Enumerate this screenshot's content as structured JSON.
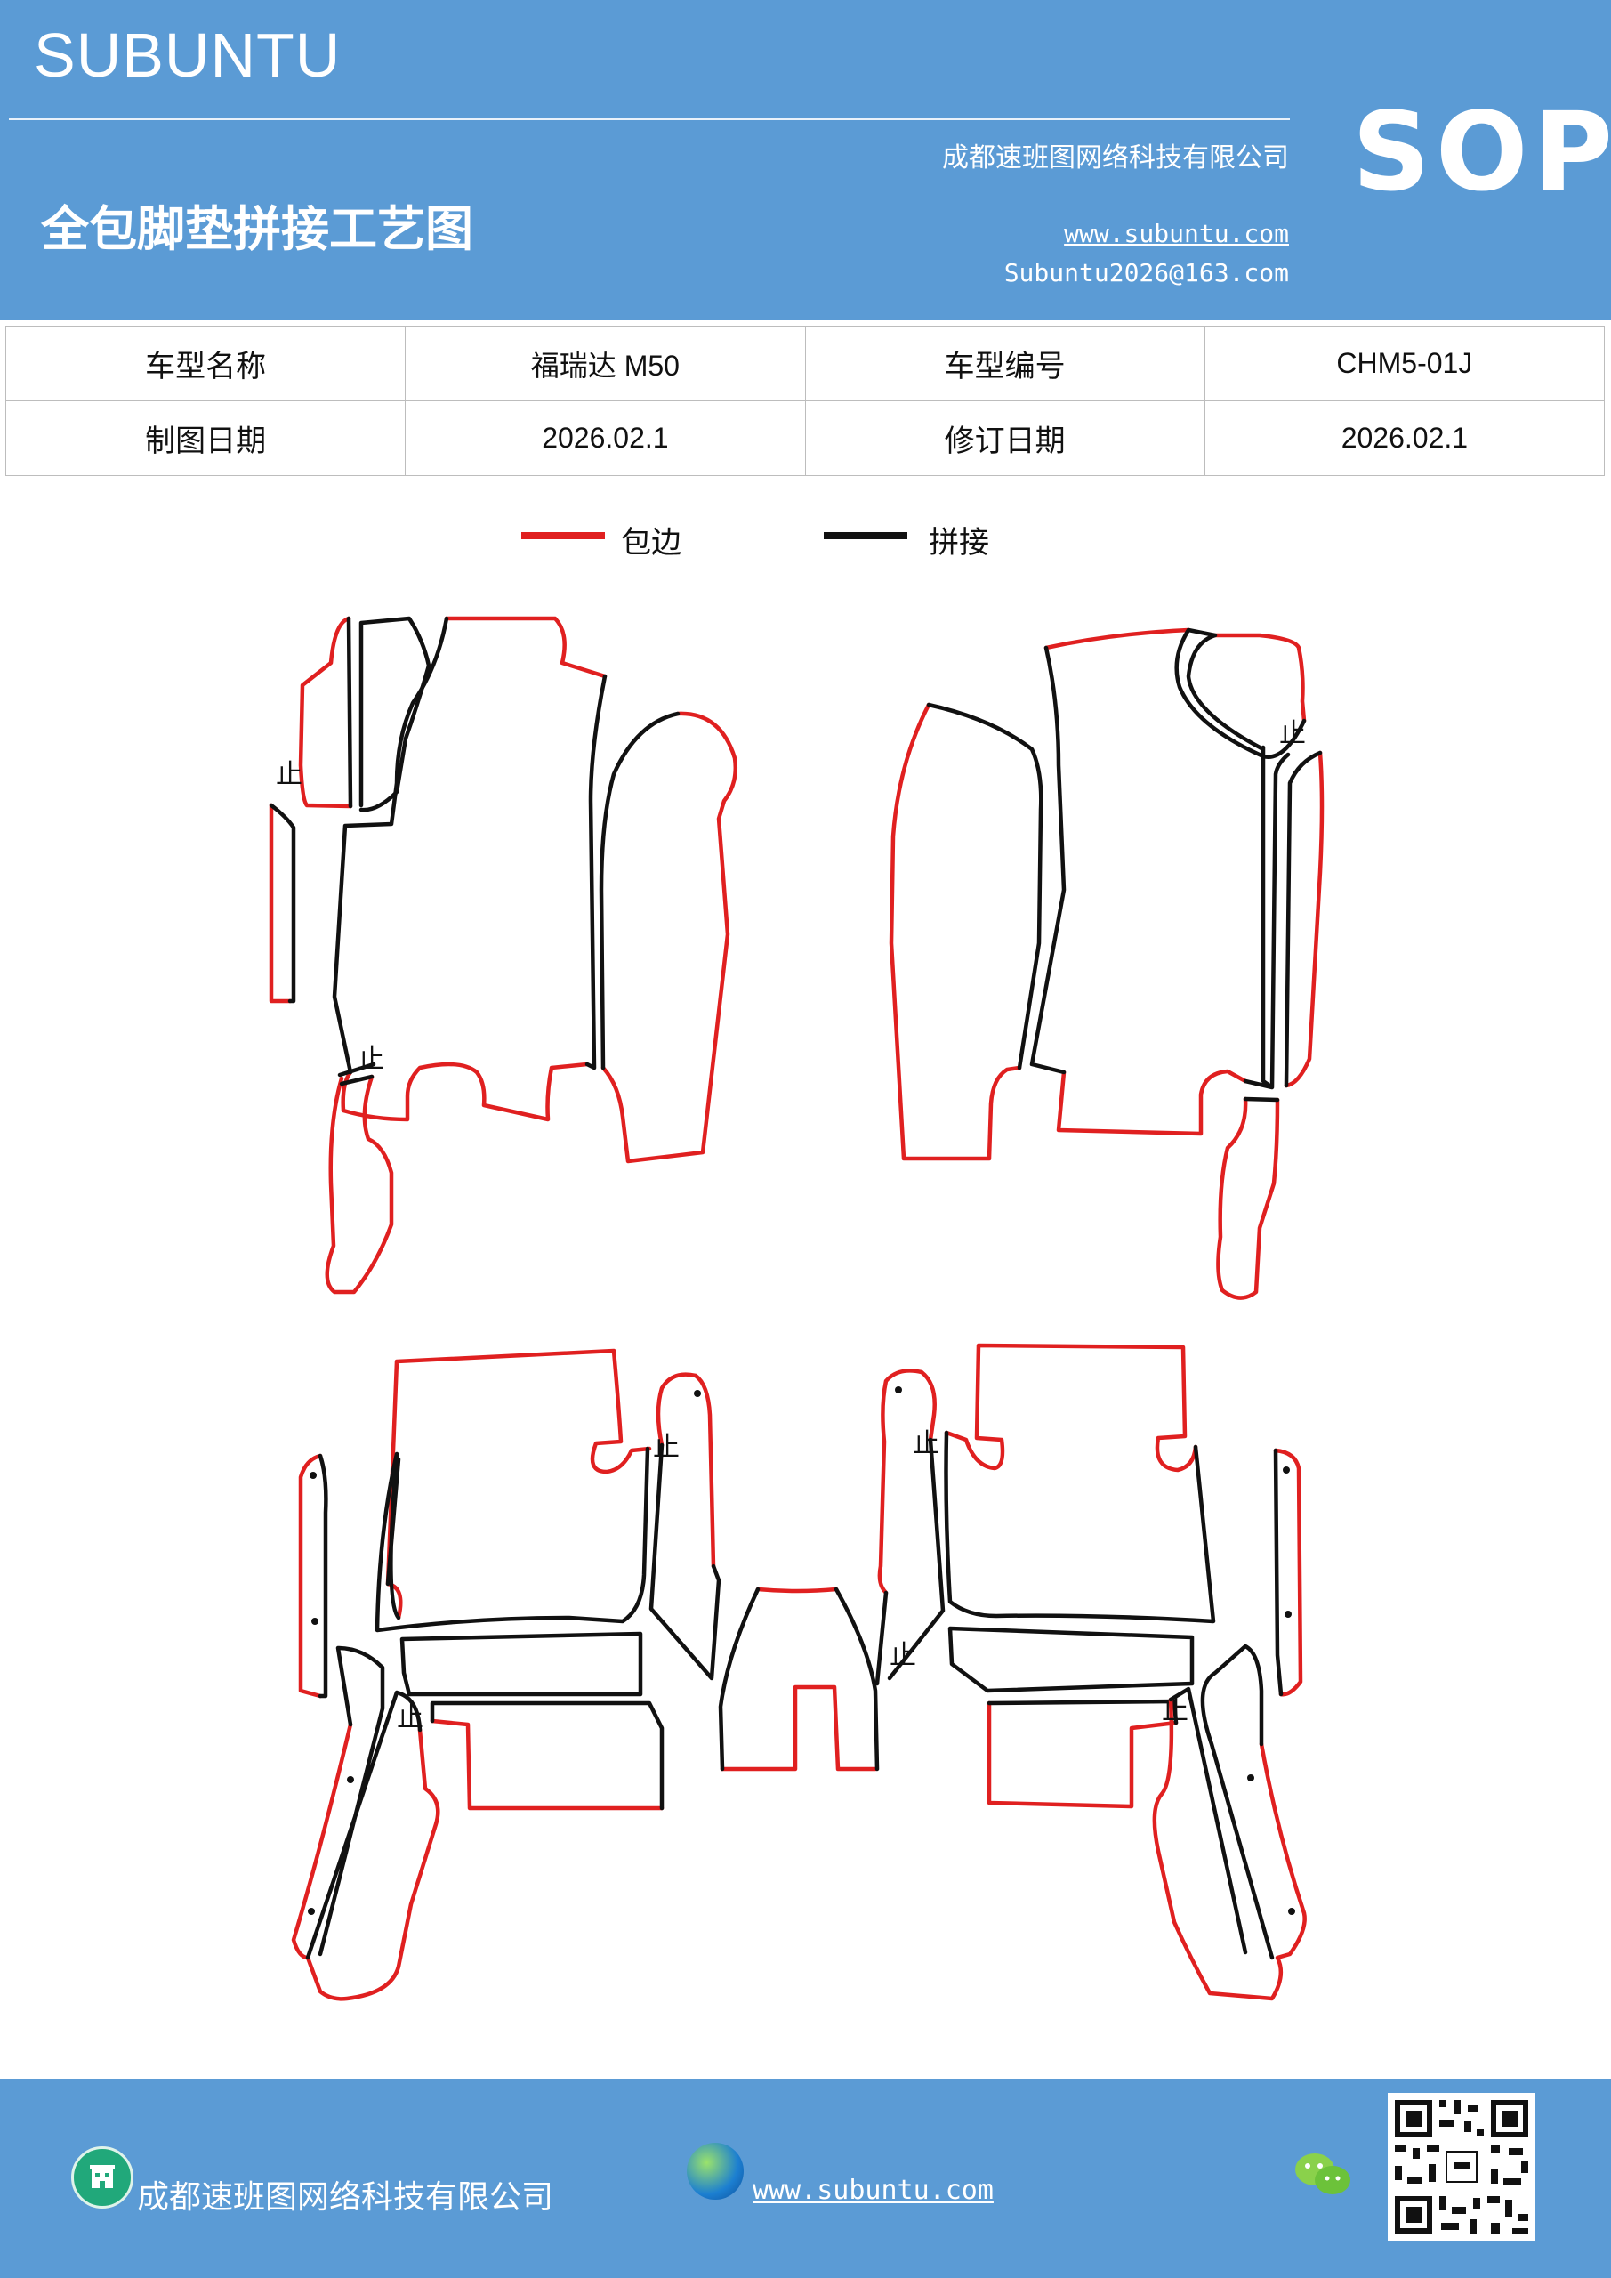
{
  "header": {
    "brand": "SUBUNTU",
    "sop": "SOP",
    "company": "成都速班图网络科技有限公司",
    "title": "全包脚垫拼接工艺图",
    "website": "www.subuntu.com",
    "email": "Subuntu2026@163.com"
  },
  "info": {
    "rows": [
      {
        "label1": "车型名称",
        "value1": "福瑞达 M50",
        "label2": "车型编号",
        "value2": "CHM5-01J"
      },
      {
        "label1": "制图日期",
        "value1": "2026.02.1",
        "label2": "修订日期",
        "value2": "2026.02.1"
      }
    ]
  },
  "legend": [
    {
      "label": "包边",
      "color": "#e02020"
    },
    {
      "label": "拼接",
      "color": "#111111"
    }
  ],
  "stop_mark": "止",
  "footer": {
    "company": "成都速班图网络科技有限公司",
    "website": "www.subuntu.com ",
    "icons": [
      "building-icon",
      "globe-icon",
      "wechat-icon",
      "qr-code"
    ]
  },
  "colors": {
    "brand_blue": "#5b9bd5",
    "binding_red": "#e02020",
    "seam_black": "#111111"
  }
}
